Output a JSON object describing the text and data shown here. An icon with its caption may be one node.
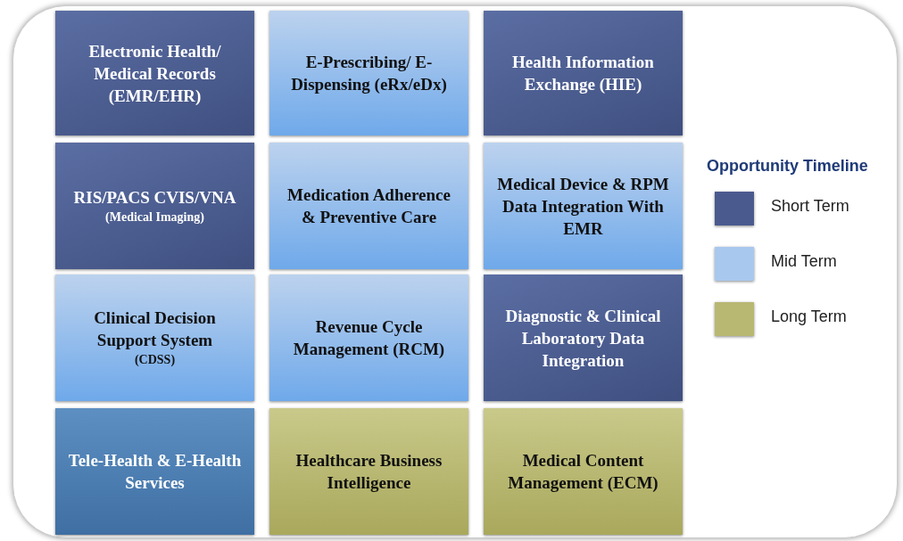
{
  "diagram": {
    "nodes": [
      {
        "text": [
          "Electronic Health/ Medical Records (EMR/EHR)"
        ]
      },
      {
        "text": [
          "E-Prescribing/ E-Dispensing (eRx/eDx)"
        ]
      },
      {
        "text": [
          "Health Information Exchange (HIE)"
        ]
      },
      {
        "text": [
          "RIS/PACS CVIS/VNA",
          "(Medical Imaging)"
        ]
      },
      {
        "text": [
          "Medication Adherence & Preventive Care"
        ]
      },
      {
        "text": [
          "Medical Device & RPM Data Integration With EMR"
        ]
      },
      {
        "text": [
          "Clinical Decision Support System",
          "(CDSS)"
        ]
      },
      {
        "text": [
          "Revenue Cycle Management (RCM)"
        ]
      },
      {
        "text": [
          "Diagnostic & Clinical Laboratory Data Integration"
        ]
      },
      {
        "text": [
          "Tele-Health & E-Health Services"
        ]
      },
      {
        "text": [
          "Healthcare Business Intelligence"
        ]
      },
      {
        "text": [
          "Medical Content Management (ECM)"
        ]
      }
    ],
    "labels": [
      "Opportunity Timeline"
    ],
    "legend": [
      {
        "text": "Short Term",
        "color": "#4a5a8e"
      },
      {
        "text": "Mid Term",
        "color": "#a9c8ee"
      },
      {
        "text": "Long Term",
        "color": "#b9b872"
      }
    ]
  }
}
